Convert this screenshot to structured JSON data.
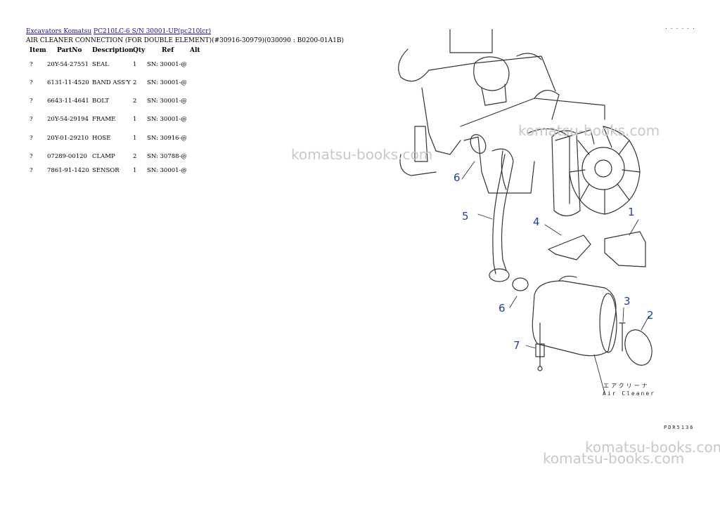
{
  "breadcrumb": {
    "link1": "Excavators Komatsu",
    "link2": "PC210LC-6 S/N 30001-UP(pc210lcr)"
  },
  "page_title": "AIR CLEANER CONNECTION (FOR DOUBLE ELEMENT)(#30916-30979)(030090 : B0200-01A1B)",
  "table": {
    "headers": [
      "Item",
      "PartNo",
      "Description",
      "Qty",
      "Ref",
      "Alt"
    ],
    "rows": [
      {
        "item": "?",
        "partno": "20Y-54-27551",
        "desc": "SEAL",
        "qty": "1",
        "ref": "SN: 30001-@"
      },
      {
        "item": "?",
        "partno": "6131-11-4520",
        "desc": "BAND ASS'Y",
        "qty": "2",
        "ref": "SN: 30001-@"
      },
      {
        "item": "?",
        "partno": "6643-11-4641",
        "desc": "BOLT",
        "qty": "2",
        "ref": "SN: 30001-@"
      },
      {
        "item": "?",
        "partno": "20Y-54-29194",
        "desc": "FRAME",
        "qty": "1",
        "ref": "SN: 30001-@"
      },
      {
        "item": "?",
        "partno": "20Y-01-29210",
        "desc": "HOSE",
        "qty": "1",
        "ref": "SN: 30916-@"
      },
      {
        "item": "?",
        "partno": "07289-00120",
        "desc": "CLAMP",
        "qty": "2",
        "ref": "SN: 30788-@"
      },
      {
        "item": "?",
        "partno": "7861-91-1420",
        "desc": "SENSOR",
        "qty": "1",
        "ref": "SN: 30001-@"
      }
    ]
  },
  "diagram": {
    "callouts": [
      "1",
      "2",
      "3",
      "4",
      "5",
      "6",
      "6",
      "7"
    ],
    "label_jp": "エアクリーナ",
    "label_en": "Air Cleaner",
    "figure_id": "PDR5136",
    "corner_dots": "......",
    "callout_color": "#1f3fa8"
  },
  "watermarks": [
    "komatsu-books.com",
    "komatsu-books.com",
    "komatsu-books.com",
    "komatsu-books.com"
  ]
}
